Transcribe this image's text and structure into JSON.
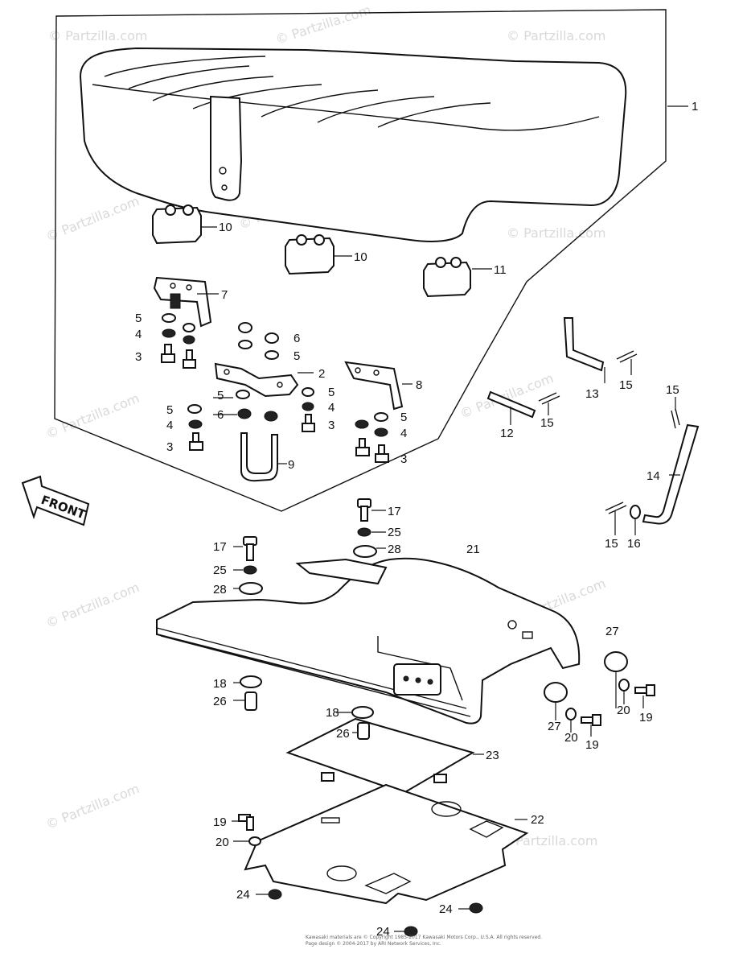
{
  "watermark": "© Partzilla.com",
  "front_arrow": "FRONT",
  "callouts": {
    "c1": "1",
    "c2": "2",
    "c3a": "3",
    "c3b": "3",
    "c3c": "3",
    "c3d": "3",
    "c4a": "4",
    "c4b": "4",
    "c4c": "4",
    "c4d": "4",
    "c5a": "5",
    "c5b": "5",
    "c5c": "5",
    "c5d": "5",
    "c5e": "5",
    "c6a": "6",
    "c6b": "6",
    "c7": "7",
    "c8": "8",
    "c9": "9",
    "c10a": "10",
    "c10b": "10",
    "c11": "11",
    "c12": "12",
    "c13": "13",
    "c14": "14",
    "c15a": "15",
    "c15b": "15",
    "c15c": "15",
    "c15d": "15",
    "c16": "16",
    "c17a": "17",
    "c17b": "17",
    "c18a": "18",
    "c18b": "18",
    "c19a": "19",
    "c19b": "19",
    "c19c": "19",
    "c20a": "20",
    "c20b": "20",
    "c20c": "20",
    "c21": "21",
    "c22": "22",
    "c23": "23",
    "c24a": "24",
    "c24b": "24",
    "c24c": "24",
    "c25a": "25",
    "c25b": "25",
    "c26a": "26",
    "c26b": "26",
    "c27a": "27",
    "c27b": "27",
    "c28a": "28",
    "c28b": "28"
  },
  "footer": {
    "line1": "Kawasaki materials are © Copyright 1985-2017 Kawasaki Motors Corp., U.S.A. All rights reserved.",
    "line2": "Page design © 2004-2017 by ARI Network Services, Inc."
  }
}
